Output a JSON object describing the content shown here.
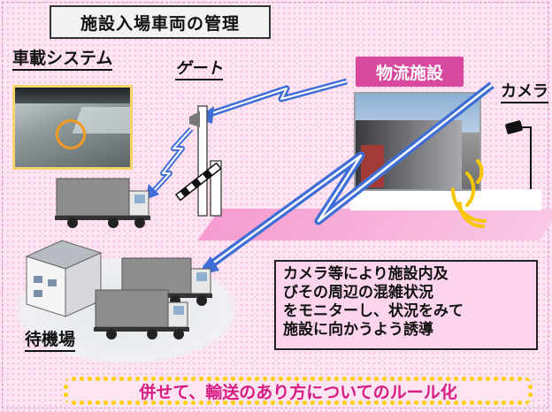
{
  "title": "施設入場車両の管理",
  "labels": {
    "onboard_system": "車載システム",
    "gate": "ゲート",
    "logistics_facility": "物流施設",
    "camera": "カメラ",
    "waiting_area": "待機場"
  },
  "note_lines": [
    "カメラ等により施設内及",
    "びその周辺の混雑状況",
    "をモニターし、状況をみて",
    "施設に向かうよう誘導"
  ],
  "banner": "併せて、輸送のあり方についてのルール化",
  "colors": {
    "background": "#fde4f2",
    "facility_label_bg": "#d9489f",
    "arrow_blue": "#3f6fd6",
    "banner_text": "#d81b83",
    "banner_dots": "#ffd000",
    "signal_yellow": "#f7c600",
    "marker_orange": "#f39a1f"
  },
  "icons": [
    "truck-icon",
    "gate-barrier-icon",
    "antenna-icon",
    "camera-icon",
    "warehouse-icon",
    "signal-arc-icon",
    "lightning-arrow-icon"
  ]
}
